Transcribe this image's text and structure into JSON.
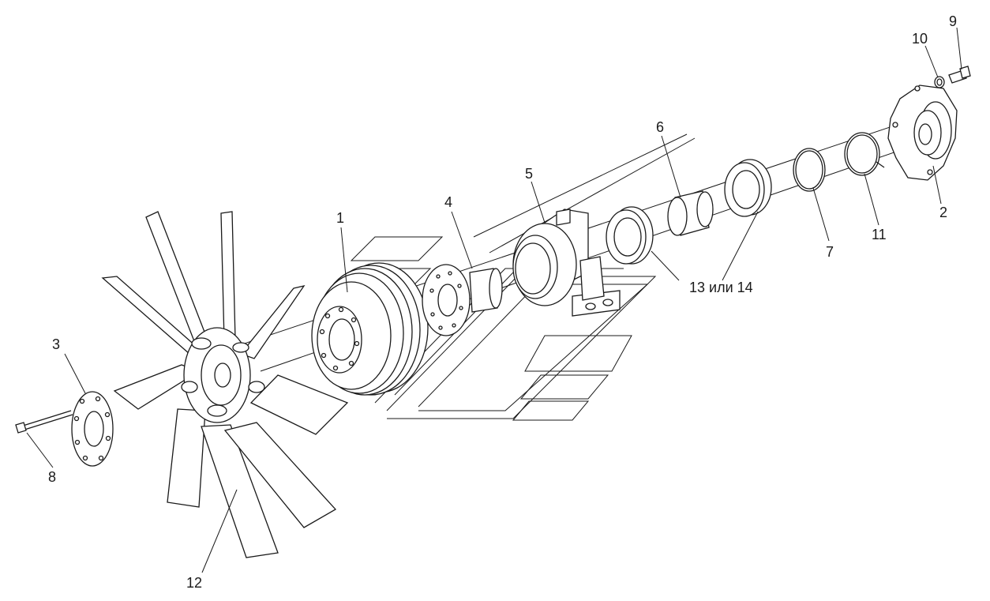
{
  "diagram": {
    "callouts": {
      "c1": "1",
      "c2": "2",
      "c3": "3",
      "c4": "4",
      "c5": "5",
      "c6": "6",
      "c7": "7",
      "c8": "8",
      "c9": "9",
      "c10": "10",
      "c11": "11",
      "c12": "12",
      "c13": "13 или 14"
    }
  }
}
